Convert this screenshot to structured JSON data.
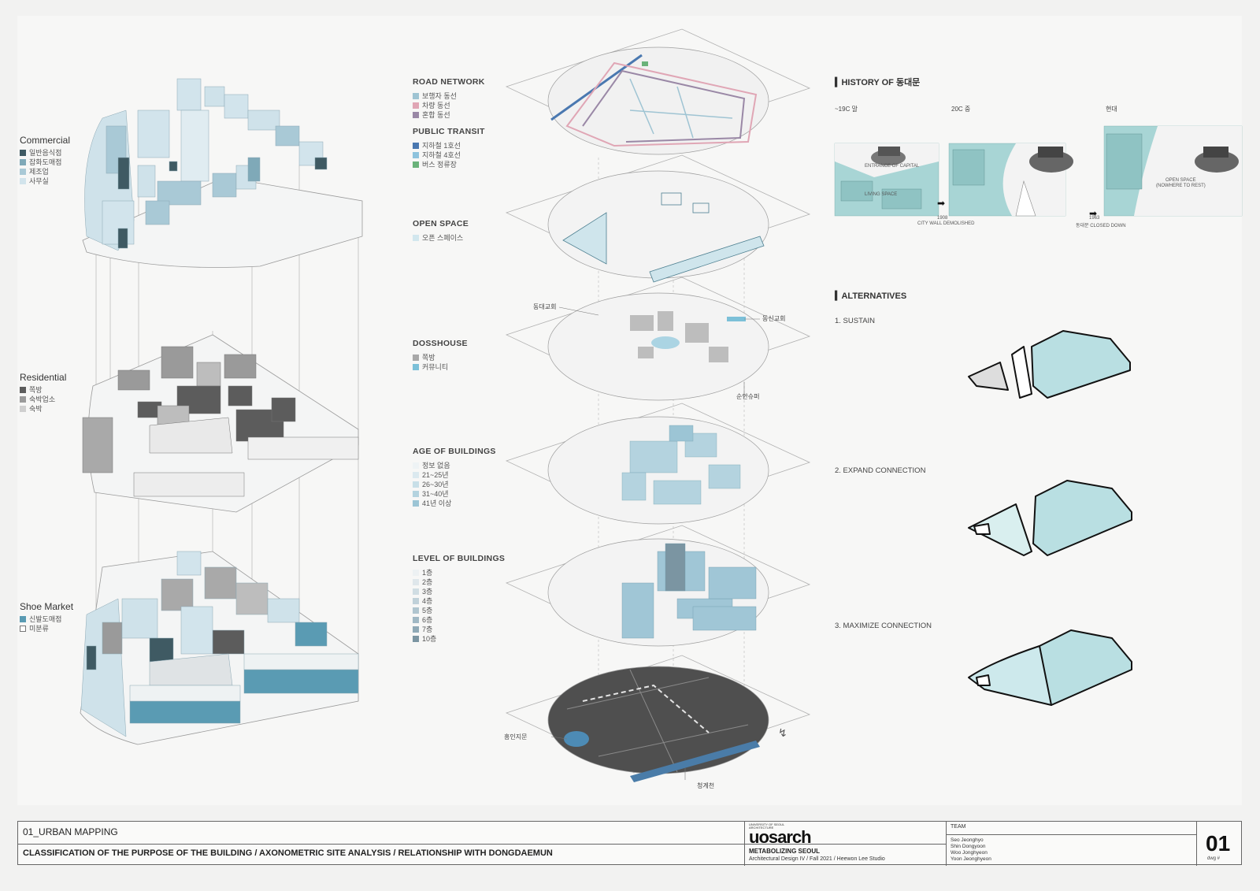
{
  "left_legends": {
    "commercial": {
      "title": "Commercial",
      "items": [
        {
          "label": "일반음식점",
          "color": "#3f5a63"
        },
        {
          "label": "잡화도매점",
          "color": "#7fa9b8"
        },
        {
          "label": "제조업",
          "color": "#a9c9d6"
        },
        {
          "label": "사무실",
          "color": "#d2e4ec"
        }
      ]
    },
    "residential": {
      "title": "Residential",
      "items": [
        {
          "label": "쪽방",
          "color": "#5c5c5c"
        },
        {
          "label": "숙박업소",
          "color": "#9a9a9a"
        },
        {
          "label": "숙박",
          "color": "#cfcfcf"
        }
      ]
    },
    "shoe_market": {
      "title": "Shoe Market",
      "items": [
        {
          "label": "신발도매점",
          "color": "#5a9bb3"
        },
        {
          "label": "미분류",
          "color": "#ffffff"
        }
      ]
    }
  },
  "mid_legends": {
    "road_network": {
      "title": "ROAD NETWORK",
      "items": [
        {
          "label": "보행자 동선",
          "color": "#9fc4d3"
        },
        {
          "label": "차량 동선",
          "color": "#e0a6b5"
        },
        {
          "label": "혼합 동선",
          "color": "#9a88a6"
        }
      ]
    },
    "public_transit": {
      "title": "PUBLIC TRANSIT",
      "items": [
        {
          "label": "지하철 1호선",
          "color": "#4a78b0"
        },
        {
          "label": "지하철 4호선",
          "color": "#8ec3dd"
        },
        {
          "label": "버스 정류장",
          "color": "#6ab27a"
        }
      ]
    },
    "open_space": {
      "title": "OPEN SPACE",
      "items": [
        {
          "label": "오픈 스페이스",
          "color": "#d2e7ee"
        }
      ]
    },
    "dosshouse": {
      "title": "DOSSHOUSE",
      "items": [
        {
          "label": "쪽방",
          "color": "#a8a8a8"
        },
        {
          "label": "커뮤니티",
          "color": "#7cc0d8"
        }
      ]
    },
    "age_of_buildings": {
      "title": "AGE OF BUILDINGS",
      "items": [
        {
          "label": "정보 없음",
          "color": "#eef3f5"
        },
        {
          "label": "21~25년",
          "color": "#dbe9ef"
        },
        {
          "label": "26~30년",
          "color": "#c8dfe8"
        },
        {
          "label": "31~40년",
          "color": "#b4d3df"
        },
        {
          "label": "41년 이상",
          "color": "#9cc5d5"
        }
      ]
    },
    "level_of_buildings": {
      "title": "LEVEL OF BUILDINGS",
      "items": [
        {
          "label": "1층",
          "color": "#edf1f3"
        },
        {
          "label": "2층",
          "color": "#dfe7eb"
        },
        {
          "label": "3층",
          "color": "#d0dde3"
        },
        {
          "label": "4층",
          "color": "#c0d1d9"
        },
        {
          "label": "5층",
          "color": "#b0c5cf"
        },
        {
          "label": "6층",
          "color": "#a0b8c4"
        },
        {
          "label": "7층",
          "color": "#8fa9b6"
        },
        {
          "label": "10층",
          "color": "#7b95a2"
        }
      ]
    }
  },
  "map_labels": {
    "l1": "동대교회",
    "l2": "동신교회",
    "l3": "순안슈퍼",
    "l4": "흥인지문",
    "l5": "청계천"
  },
  "history": {
    "title": "HISTORY OF 동대문",
    "periods": [
      "~19C 말",
      "20C 중",
      "현대"
    ],
    "notes": {
      "entrance": "ENTRANCE OF CAPITAL",
      "living": "LIVING SPACE",
      "open_space_1": "OPEN SPACE",
      "open_space_2": "(NOWHERE TO REST)",
      "y1": "1908",
      "c1": "CITY WALL DEMOLISHED",
      "y2": "1963",
      "c2": "동대문 CLOSED DOWN"
    }
  },
  "alternatives": {
    "title": "ALTERNATIVES",
    "options": [
      "1. SUSTAIN",
      "2. EXPAND CONNECTION",
      "3. MAXIMIZE CONNECTION"
    ]
  },
  "title_block": {
    "section": "01_URBAN MAPPING",
    "description": "CLASSIFICATION OF THE PURPOSE OF THE BUILDING / AXONOMETRIC SITE ANALYSIS / RELATIONSHIP WITH DONGDAEMUN",
    "logo_small": "UNIVERSITY OF SEOUL ARCHITECTURE",
    "logo": "uosarch",
    "project": "METABOLIZING SEOUL",
    "course": "Architectural Design IV / Fall 2021 /  Heewon Lee Studio",
    "team_label": "TEAM",
    "team": [
      "Seo Jeonghyo",
      "Shin Dongyoon",
      "Woo Jonghyeon",
      "Yoon Jeonghyeon"
    ],
    "dwg_number": "01",
    "dwg_label": "dwg #"
  }
}
